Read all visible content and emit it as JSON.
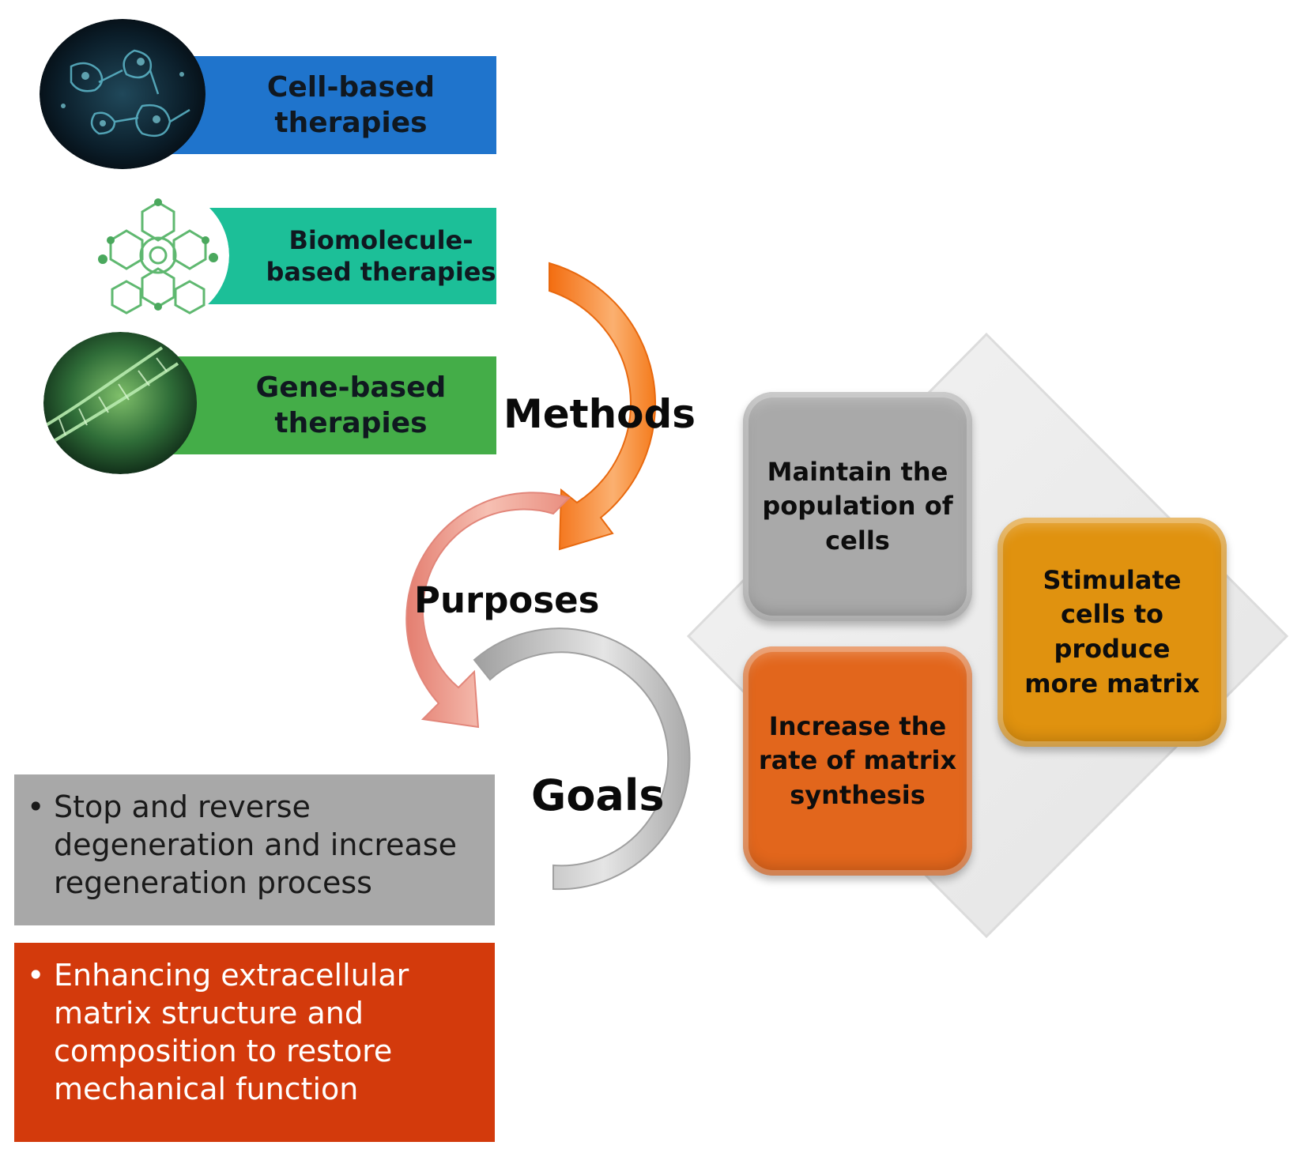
{
  "methods": [
    {
      "label": "Cell-based\ntherapies",
      "color": "#1f74cc",
      "icon": "cell-microscopy-icon"
    },
    {
      "label": "Biomolecule-\nbased therapies",
      "color": "#1cbf98",
      "icon": "molecule-icon"
    },
    {
      "label": "Gene-based\ntherapies",
      "color": "#44ad48",
      "icon": "dna-helix-icon"
    }
  ],
  "cycle": {
    "methods_label": "Methods",
    "purposes_label": "Purposes",
    "goals_label": "Goals",
    "colors": {
      "methods": "#f7882f",
      "purposes": "#ea9a8b",
      "goals": "#bdbdbd"
    }
  },
  "purposes": [
    {
      "label": "Maintain the\npopulation of\ncells",
      "color": "#a9a9a9"
    },
    {
      "label": "Stimulate\ncells to\nproduce\nmore matrix",
      "color": "#e0920f"
    },
    {
      "label": "Increase the\nrate of matrix\nsynthesis",
      "color": "#e2661c"
    }
  ],
  "goals": [
    {
      "text": "Stop and reverse\ndegeneration and increase\nregeneration process",
      "bg": "#a8a8a8",
      "fg": "#1a1a1a"
    },
    {
      "text": "Enhancing extracellular\nmatrix structure and\ncomposition to restore\nmechanical function",
      "bg": "#d33a0c",
      "fg": "#ffffff"
    }
  ],
  "bullet": "•"
}
